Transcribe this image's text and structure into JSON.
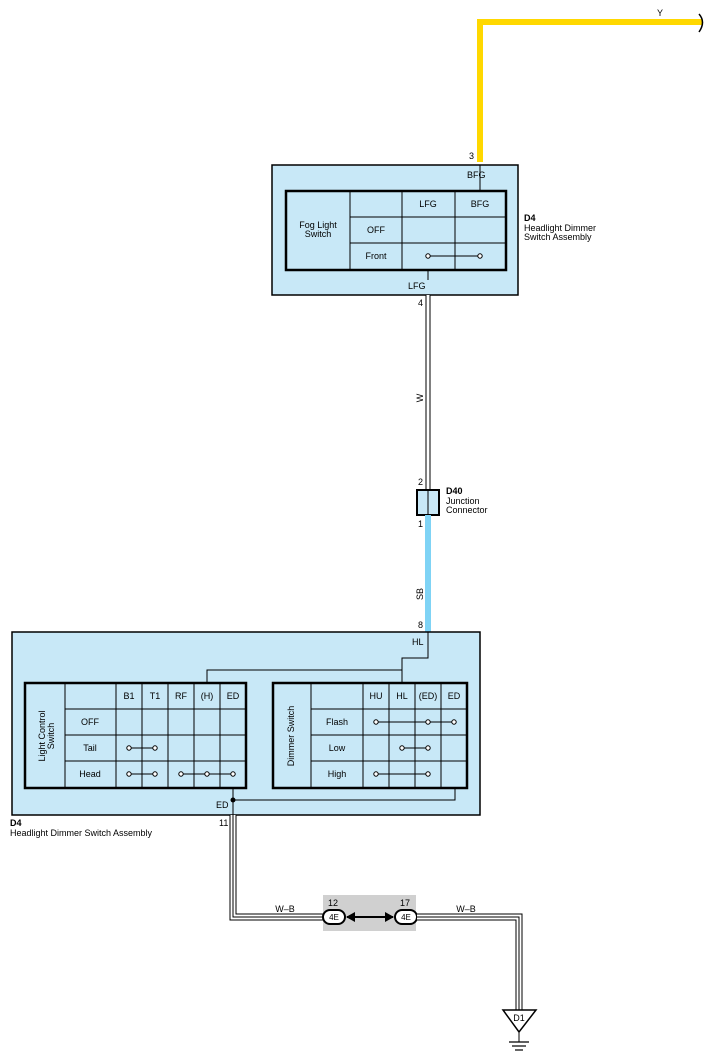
{
  "wire_colors": {
    "yellow": "#ffd800",
    "sky_blue": "#7fd3f5",
    "panel": "#c8e8f7",
    "splice_bg": "#d0d0d0"
  },
  "top_wire": {
    "label": "Y",
    "pin": "3"
  },
  "fog_switch": {
    "connector_id": "D4",
    "name": "Headlight Dimmer Switch Assembly",
    "name_line1": "Headlight Dimmer",
    "name_line2": "Switch Assembly",
    "top_terminal": "BFG",
    "bottom_terminal": "LFG",
    "bottom_pin": "4",
    "title_line1": "Fog Light",
    "title_line2": "Switch",
    "columns": [
      "LFG",
      "BFG"
    ],
    "rows": [
      "OFF",
      "Front"
    ]
  },
  "wire_w": {
    "label": "W"
  },
  "junction": {
    "id": "D40",
    "name_line1": "Junction",
    "name_line2": "Connector",
    "pin_top": "2",
    "pin_bottom": "1"
  },
  "wire_sb": {
    "label": "SB",
    "pin": "8"
  },
  "main_switch": {
    "connector_id": "D4",
    "name": "Headlight Dimmer Switch Assembly",
    "top_terminal": "HL",
    "bottom_terminal": "ED",
    "bottom_pin": "11",
    "light_control": {
      "title_line1": "Light Control",
      "title_line2": "Switch",
      "columns": [
        "B1",
        "T1",
        "RF",
        "(H)",
        "ED"
      ],
      "rows": [
        "OFF",
        "Tail",
        "Head"
      ]
    },
    "dimmer": {
      "title": "Dimmer Switch",
      "columns": [
        "HU",
        "HL",
        "(ED)",
        "ED"
      ],
      "rows": [
        "Flash",
        "Low",
        "High"
      ]
    }
  },
  "ground_wires": {
    "left_label": "W–B",
    "right_label": "W–B"
  },
  "splice": {
    "left_pin": "12",
    "left_code": "4E",
    "right_pin": "17",
    "right_code": "4E"
  },
  "ground": {
    "id": "D1"
  }
}
